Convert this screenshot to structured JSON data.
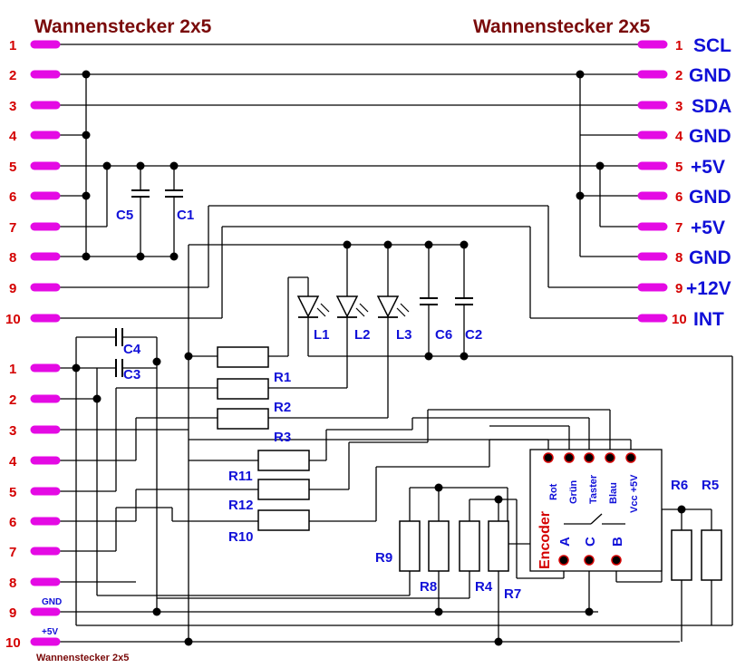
{
  "titles": {
    "left_top": "Wannenstecker 2x5",
    "right_top": "Wannenstecker 2x5",
    "left_bottom": "Wannenstecker 2x5"
  },
  "left_top_pins": [
    "1",
    "2",
    "3",
    "4",
    "5",
    "6",
    "7",
    "8",
    "9",
    "10"
  ],
  "right_pins": [
    "1",
    "2",
    "3",
    "4",
    "5",
    "6",
    "7",
    "8",
    "9",
    "10"
  ],
  "right_signals": [
    "SCL",
    "GND",
    "SDA",
    "GND",
    "+5V",
    "GND",
    "+5V",
    "GND",
    "+12V",
    "INT"
  ],
  "left_bottom_pins": [
    "1",
    "2",
    "3",
    "4",
    "5",
    "6",
    "7",
    "8",
    "9",
    "10"
  ],
  "left_bottom_signals": {
    "gnd": "GND",
    "vcc": "+5V"
  },
  "components": {
    "C1": "C1",
    "C2": "C2",
    "C3": "C3",
    "C4": "C4",
    "C5": "C5",
    "C6": "C6",
    "L1": "L1",
    "L2": "L2",
    "L3": "L3",
    "R1": "R1",
    "R2": "R2",
    "R3": "R3",
    "R4": "R4",
    "R5": "R5",
    "R6": "R6",
    "R7": "R7",
    "R8": "R8",
    "R9": "R9",
    "R10": "R10",
    "R11": "R11",
    "R12": "R12"
  },
  "encoder": {
    "title": "Encoder",
    "pins_top": [
      "Rot",
      "Grün",
      "Taster",
      "Blau",
      "Vcc +5V"
    ],
    "pins_bottom": [
      "A",
      "C",
      "B"
    ]
  },
  "colors": {
    "pin": "#e40ae4",
    "pin_number": "#d40000",
    "signal": "#1010d8",
    "title": "#7a0a0a",
    "wire": "#000000"
  }
}
